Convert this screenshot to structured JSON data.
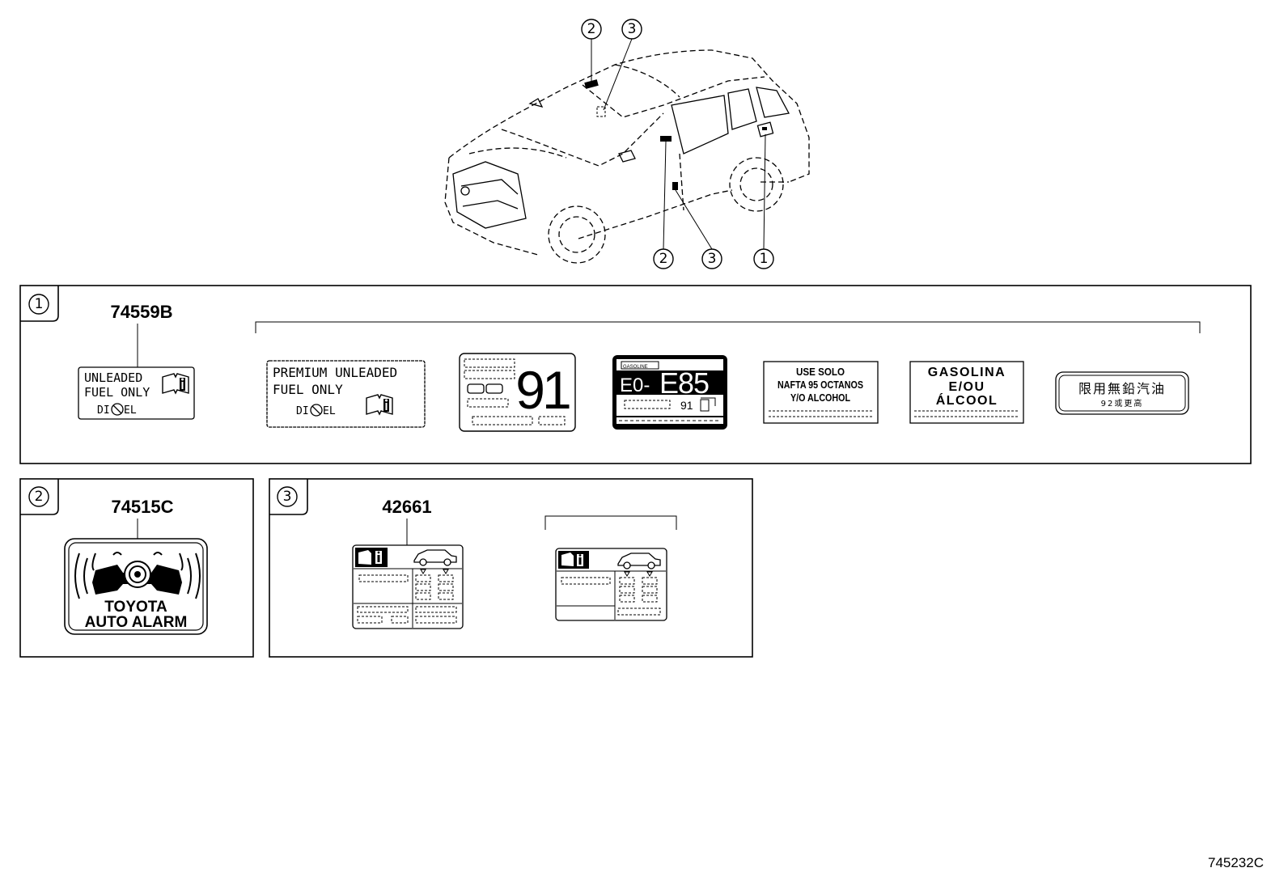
{
  "callouts": [
    "1",
    "2",
    "3"
  ],
  "panels": {
    "panel1": {
      "part_number": "74559B",
      "main_label": {
        "line1": "UNLEADED",
        "line2": "FUEL ONLY",
        "line3_a": "DI",
        "line3_b": "EL"
      },
      "variants": {
        "premium": {
          "line1": "PREMIUM UNLEADED",
          "line2": "FUEL ONLY",
          "line3_a": "DI",
          "line3_b": "EL"
        },
        "octane": {
          "value": "91"
        },
        "ethanol": {
          "small": "GASOLINE",
          "e0": "E0-",
          "e85": "E85",
          "octane": "91"
        },
        "spanish": {
          "line1": "USE SOLO",
          "line2": "NAFTA 95 OCTANOS",
          "line3": "Y/O ALCOHOL"
        },
        "portuguese": {
          "line1": "GASOLINA",
          "line2": "E/OU",
          "line3": "ÁLCOOL"
        },
        "chinese": {
          "line1": "限用無鉛汽油",
          "line2": "92或更高"
        }
      }
    },
    "panel2": {
      "part_number": "74515C",
      "label": {
        "line1": "TOYOTA",
        "line2": "AUTO ALARM"
      }
    },
    "panel3": {
      "part_number": "42661"
    }
  },
  "figure_id": "745232C"
}
